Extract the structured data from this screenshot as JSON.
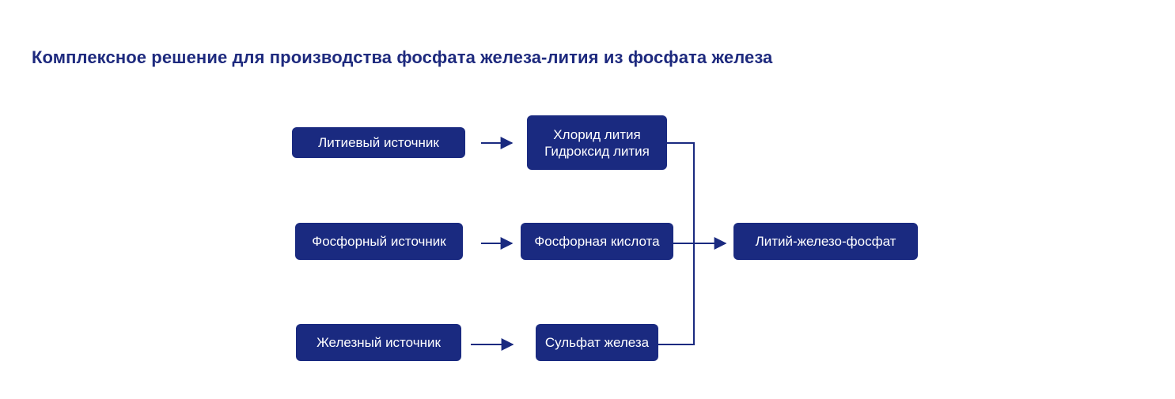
{
  "title": "Комплексное решение для производства фосфата железа-лития из фосфата железа",
  "sources": [
    {
      "label": "Литиевый источник"
    },
    {
      "label": "Фосфорный источник"
    },
    {
      "label": "Железный источник"
    }
  ],
  "intermediates": [
    {
      "lines": [
        "Хлорид лития",
        "Гидроксид лития"
      ]
    },
    {
      "lines": [
        "Фосфорная кислота"
      ]
    },
    {
      "lines": [
        "Сульфат железа"
      ]
    }
  ],
  "product": {
    "label": "Литий-железо-фосфат"
  },
  "colors": {
    "node_fill": "#1a2a80",
    "node_text": "#ffffff",
    "title": "#1e2a7e",
    "connector": "#1a2a80"
  }
}
